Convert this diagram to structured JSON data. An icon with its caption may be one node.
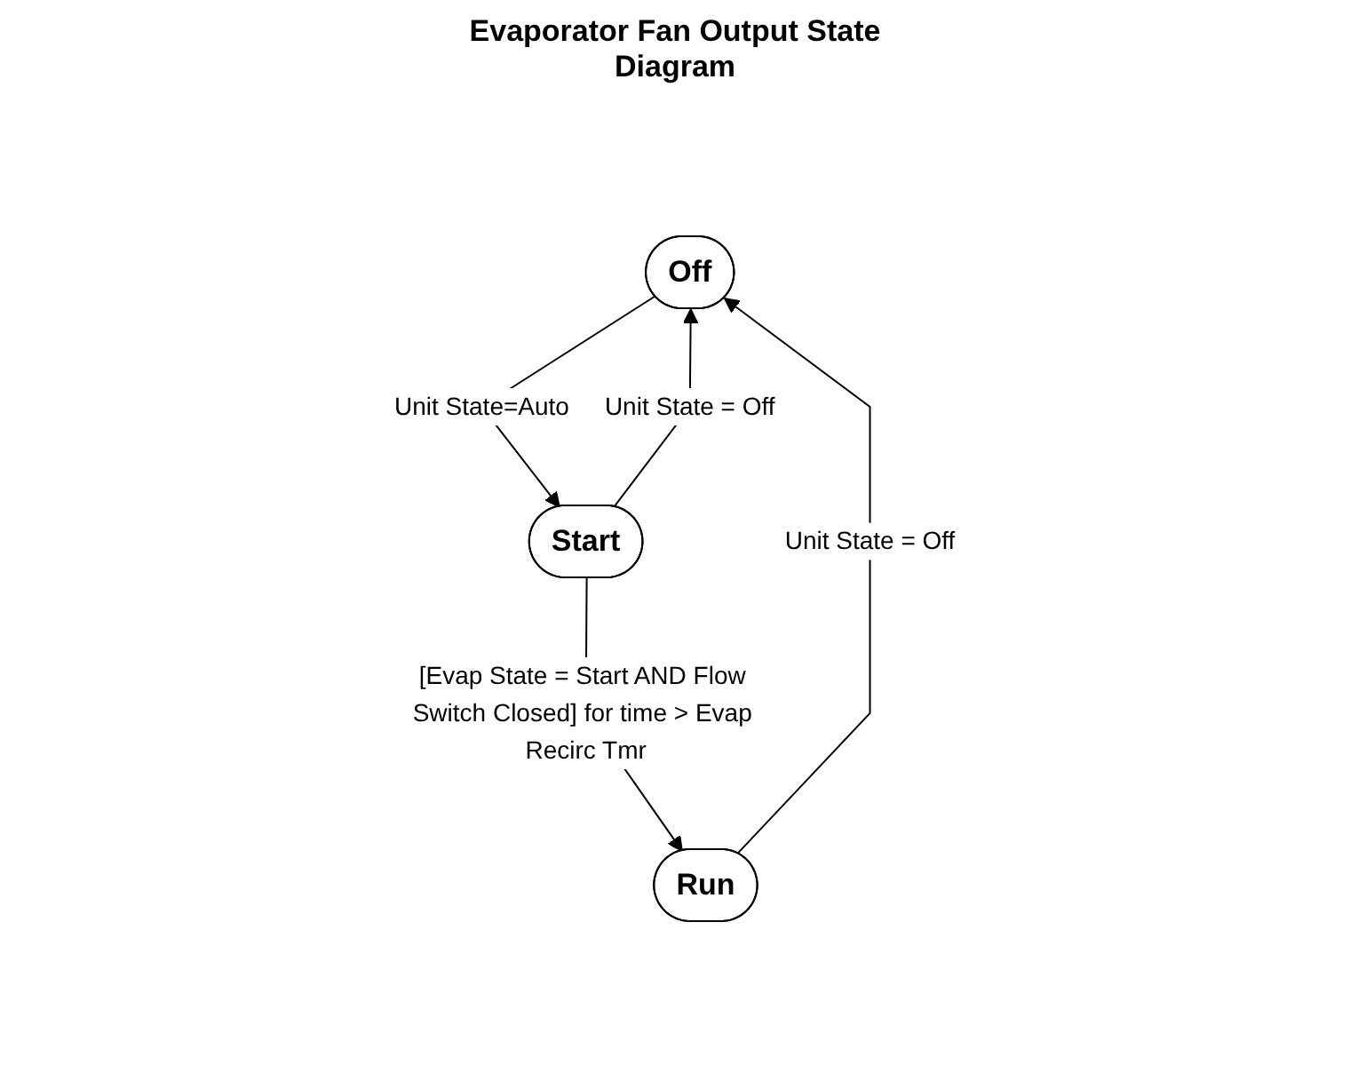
{
  "diagram": {
    "title": "Evaporator Fan Output State Diagram",
    "nodes": [
      {
        "text": [
          "Off"
        ]
      },
      {
        "text": [
          "Run"
        ]
      },
      {
        "text": [
          "Start"
        ]
      }
    ],
    "edges": [
      {
        "from": 0,
        "to": 2,
        "arrow": "to",
        "label": "Unit State=Auto"
      },
      {
        "from": 2,
        "to": 0,
        "arrow": "to",
        "label": "Unit State = Off"
      },
      {
        "from": 2,
        "to": 1,
        "arrow": "to",
        "label": "[Evap State = Start AND Flow Switch Closed] for time > Evap Recirc Tmr"
      },
      {
        "from": 1,
        "to": 0,
        "arrow": "to",
        "label": "Unit State = Off"
      }
    ]
  }
}
